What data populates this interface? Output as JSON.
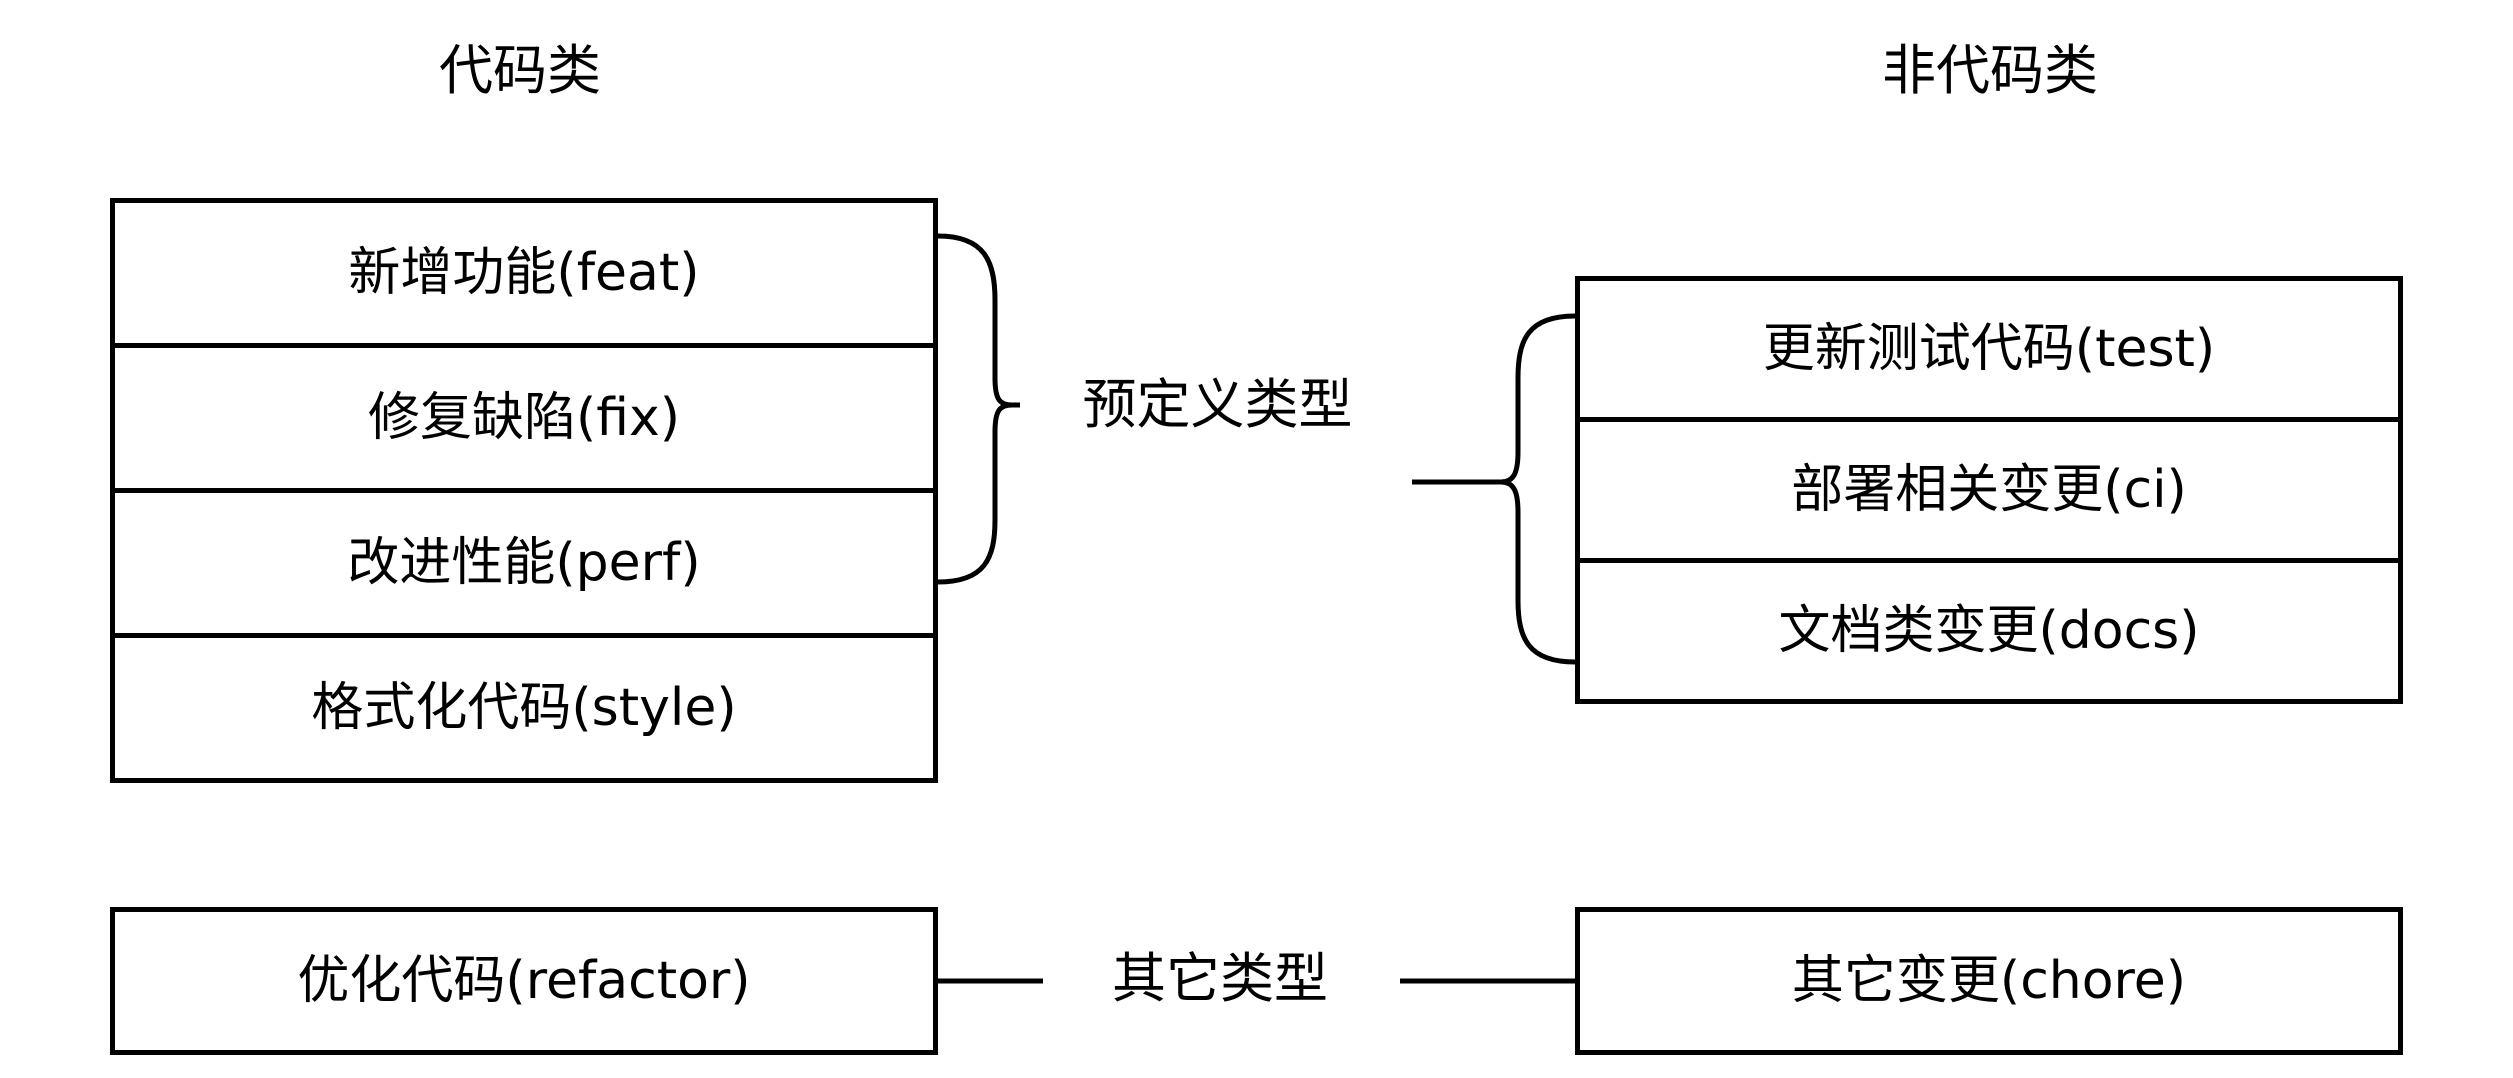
{
  "diagram": {
    "title_left": "代码类",
    "title_right": "非代码类",
    "center_labels": {
      "predefined": "预定义类型",
      "other": "其它类型"
    },
    "groups": {
      "code_predefined": {
        "heading": "代码类",
        "items": [
          "新增功能(feat)",
          "修复缺陷(fix)",
          "改进性能(perf)",
          "格式化代码(style)"
        ]
      },
      "noncode_predefined": {
        "heading": "非代码类",
        "items": [
          "更新测试代码(test)",
          "部署相关变更(ci)",
          "文档类变更(docs)"
        ]
      },
      "code_other": {
        "items": [
          "优化代码(refactor)"
        ]
      },
      "noncode_other": {
        "items": [
          "其它变更(chore)"
        ]
      }
    },
    "colors": {
      "stroke": "#000000",
      "background": "#ffffff",
      "text": "#000000"
    }
  }
}
